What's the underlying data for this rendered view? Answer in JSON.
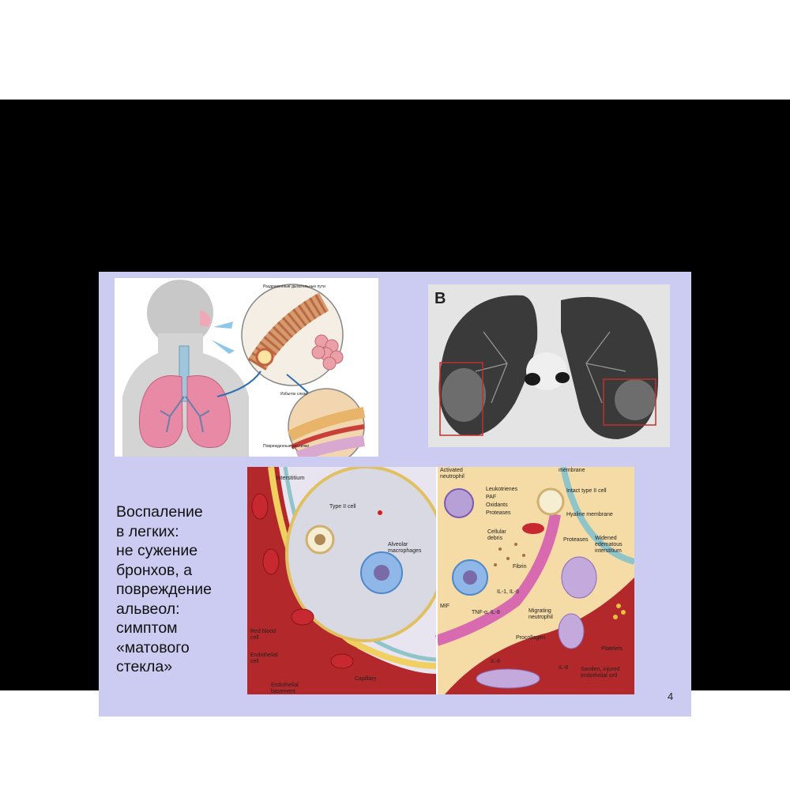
{
  "slide": {
    "body_text": "Воспаление\nв легких:\nне сужение\nбронхов, а\nповреждение\nальвеол:\nсимптом\n«матового\nстекла»",
    "page_number": "4"
  },
  "anatomy_figure": {
    "labels": {
      "airways": "Раздраженные дыхательные пути",
      "mucus": "Избыток слизи",
      "cilia": "Поврежденные реснички"
    }
  },
  "ct_figure": {
    "panel_letter": "B"
  },
  "alveolus_figure": {
    "labels": {
      "interstitium": "Interstitium",
      "type2": "Type II cell",
      "alveolar_macrophages": "Alveolar\nmacrophages",
      "red_blood": "Red blood\ncell",
      "endothelial": "Endothelial\ncell",
      "endothelial_basement": "Endothelial\nbasement",
      "capillary": "Capillary",
      "activated_neutrophil": "Activated\nneutrophil",
      "membrane": "membrane",
      "leukotrienes": "Leukotrienes",
      "paf": "PAF",
      "oxidants": "Oxidants",
      "proteases1": "Proteases",
      "intact_type2": "Intact type II cell",
      "hyaline": "Hyaline membrane",
      "cellular_debris": "Cellular\ndebris",
      "fibrin": "Fibrin",
      "proteases2": "Proteases",
      "widened": "Widened\nedematous\ninterstitium",
      "il1": "IL-1, IL-6",
      "mif": "MIF",
      "tnf": "TNF-α, IL-8",
      "migrating": "Migrating\nneutrophil",
      "procollagen": "Procollagen",
      "il8a": "IL-8",
      "il8b": "IL-8",
      "platelets": "Platelets",
      "swollen": "Swollen, injured\nendothelial cell"
    }
  }
}
